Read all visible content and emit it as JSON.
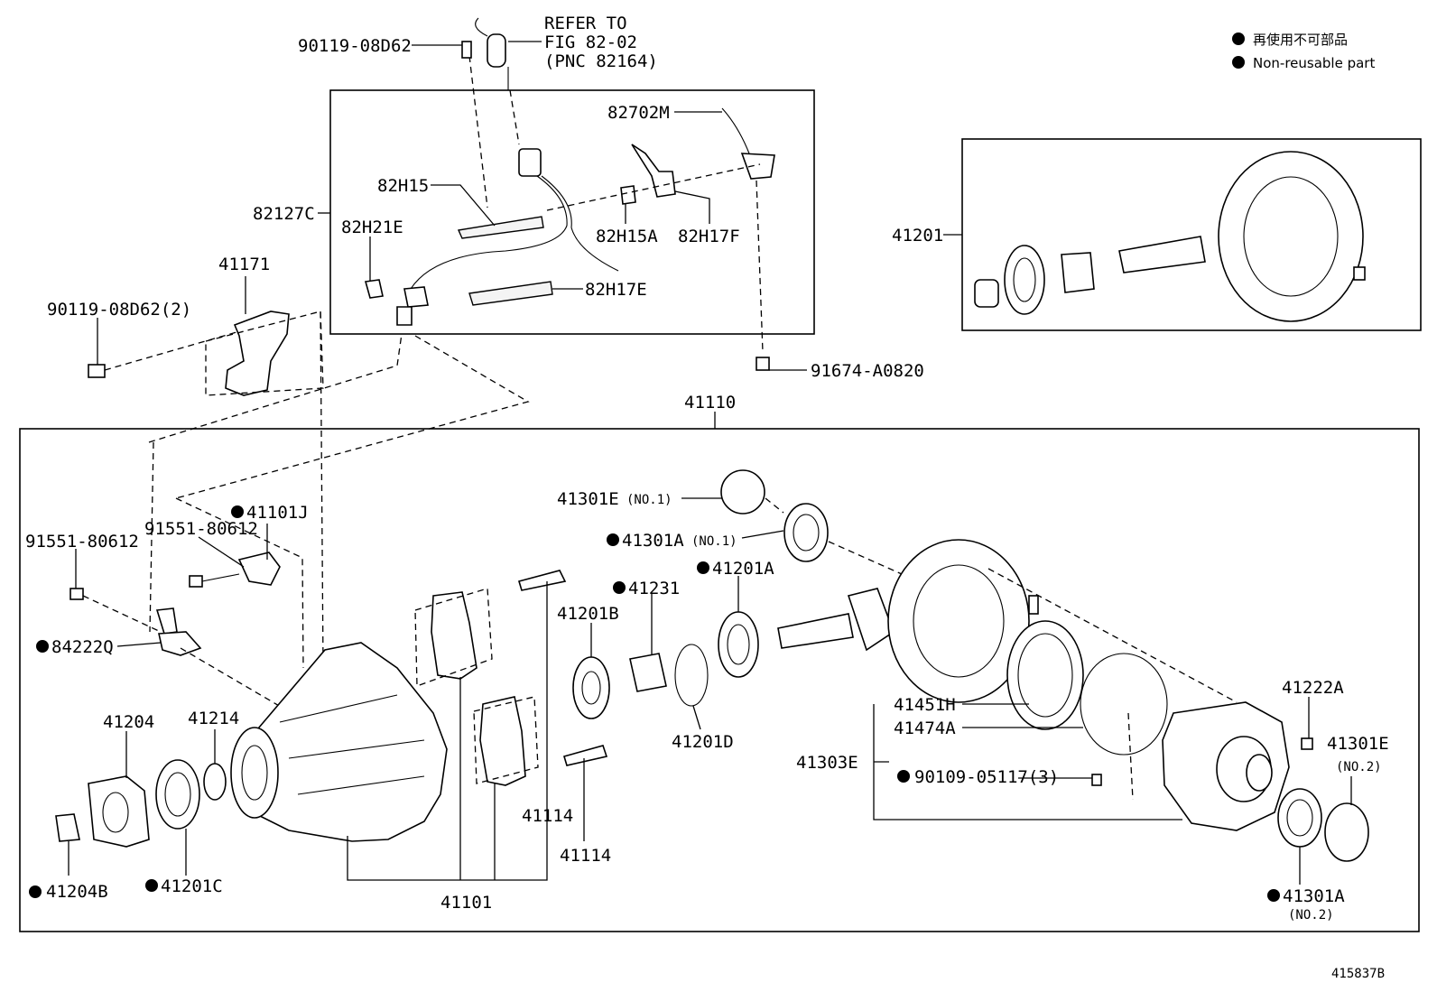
{
  "legend": {
    "line1": "再使用不可部品",
    "line2": "Non-reusable part"
  },
  "refer": {
    "line1": "REFER TO",
    "line2": "FIG 82-02",
    "line3": "(PNC 82164)"
  },
  "labels": {
    "p90119_08d62_top": "90119-08D62",
    "p82702m": "82702M",
    "p82h15": "82H15",
    "p82127c": "82127C",
    "p82h21e": "82H21E",
    "p82h15a": "82H15A",
    "p82h17f": "82H17F",
    "p82h17e": "82H17E",
    "p41171": "41171",
    "p90119_08d62_2": "90119-08D62(2)",
    "p91674_a0820": "91674-A0820",
    "p41201": "41201",
    "p41110": "41110",
    "p41101j": "41101J",
    "p91551_80612_a": "91551-80612",
    "p91551_80612_b": "91551-80612",
    "p84222q": "84222Q",
    "p41301e_no1": "41301E",
    "p41301a_no1": "41301A",
    "p41201a": "41201A",
    "p41231": "41231",
    "p41201b": "41201B",
    "p41201d": "41201D",
    "p41204": "41204",
    "p41214": "41214",
    "p41204b": "41204B",
    "p41201c": "41201C",
    "p41114_a": "41114",
    "p41114_b": "41114",
    "p41101": "41101",
    "p41451h": "41451H",
    "p41474a": "41474A",
    "p41303e": "41303E",
    "p90109_05117": "90109-05117(3)",
    "p41222a": "41222A",
    "p41301e_no2": "41301E",
    "p41301a_no2": "41301A"
  },
  "notes": {
    "no1_a": "(NO.1)",
    "no1_b": "(NO.1)",
    "no2_a": "(NO.2)",
    "no2_b": "(NO.2)"
  },
  "figure_id": "415837B"
}
